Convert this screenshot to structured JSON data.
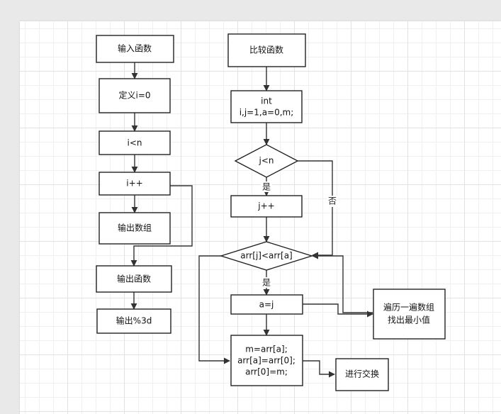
{
  "colors": {
    "stroke": "#222222",
    "grid": "#e2e2e2",
    "background": "#e9e9e9",
    "fill": "#ffffff"
  },
  "left_flow": {
    "n1": "输入函数",
    "n2": "定义i=0",
    "n3": "i<n",
    "n4": "i++",
    "n5": "输出数组",
    "n6": "输出函数",
    "n7": "输出%3d"
  },
  "right_flow": {
    "r1": "比较函数",
    "r2_line1": "int",
    "r2_line2": "i,j=1,a=0,m;",
    "d1": "j<n",
    "r3": "j++",
    "d2": "arr[j]<arr[a]",
    "r4": "a=j",
    "r5_line1": "m=arr[a];",
    "r5_line2": "arr[a]=arr[0];",
    "r5_line3": "arr[0]=m;",
    "r6": "进行交换",
    "r7_line1": "遍历一遍数组",
    "r7_line2": "找出最小值"
  },
  "edge_labels": {
    "yes1": "是",
    "no1": "否",
    "yes2": "是"
  }
}
